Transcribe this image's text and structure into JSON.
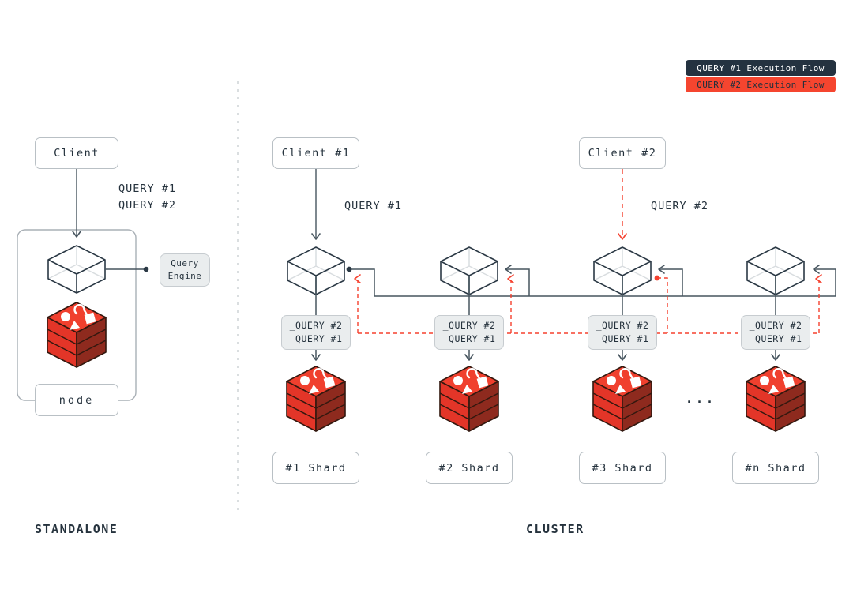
{
  "title": "Redis standalone vs cluster query execution flow diagram",
  "colors": {
    "ink": "#25323d",
    "connector_line": "#47555f",
    "cube_outline": "#2b3945",
    "cube_hidden_edge": "#d9dde0",
    "flow_red": "#f5402e",
    "redis_top_face": "#f0402e",
    "redis_left_face": "#e33528",
    "redis_right_face": "#8e2a1e",
    "redis_outline": "#33180f",
    "legend_query1_bg": "#243240",
    "legend_query2_bg": "#f5452f",
    "box_border": "#b9c0c5",
    "gray_box_fill": "#eaedee",
    "divider": "#c7ccd0"
  },
  "legend": {
    "items": [
      {
        "label": "QUERY #1 Execution Flow"
      },
      {
        "label": "QUERY #2 Execution Flow"
      }
    ]
  },
  "standalone": {
    "section_label": "STANDALONE",
    "client": "Client",
    "queries": [
      "QUERY #1",
      "QUERY #2"
    ],
    "engine": [
      "Query",
      "Engine"
    ],
    "node": "node"
  },
  "cluster": {
    "section_label": "CLUSTER",
    "clients": [
      "Client #1",
      "Client #2"
    ],
    "query1": "QUERY #1",
    "query2": "QUERY #2",
    "ellipsis": "...",
    "shards": [
      {
        "queue": [
          "_QUERY #2",
          "_QUERY #1"
        ],
        "label": "#1 Shard"
      },
      {
        "queue": [
          "_QUERY #2",
          "_QUERY #1"
        ],
        "label": "#2 Shard"
      },
      {
        "queue": [
          "_QUERY #2",
          "_QUERY #1"
        ],
        "label": "#3 Shard"
      },
      {
        "queue": [
          "_QUERY #2",
          "_QUERY #1"
        ],
        "label": "#n Shard"
      }
    ]
  }
}
